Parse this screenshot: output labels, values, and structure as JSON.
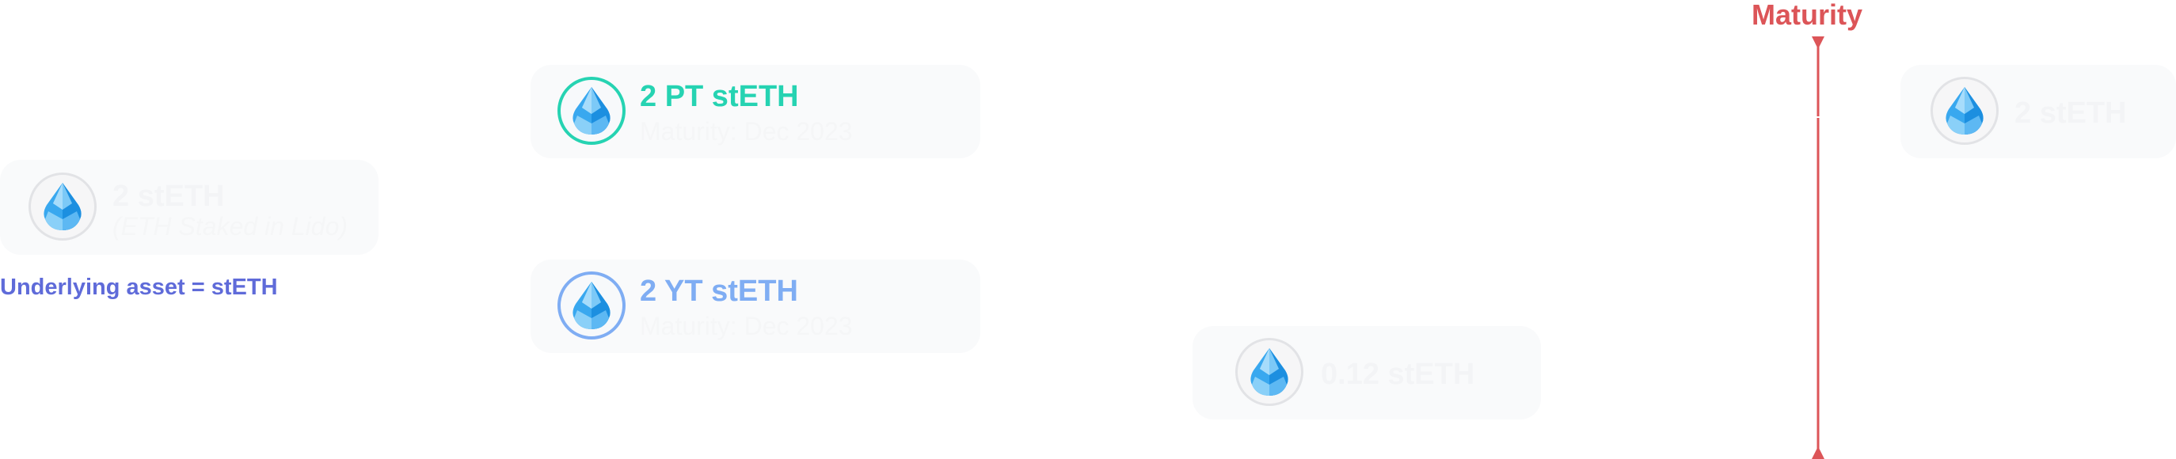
{
  "note": "Underlying asset = stETH",
  "maturity_label": "Maturity",
  "cards": {
    "underlying": {
      "title": "2 stETH",
      "subtitle": "(ETH Staked in Lido)",
      "icon": "steth-drop-icon"
    },
    "pt": {
      "title": "2 PT stETH",
      "subtitle": "Maturity: Dec 2023",
      "icon": "steth-drop-icon"
    },
    "yt": {
      "title": "2 YT stETH",
      "subtitle": "Maturity: Dec 2023",
      "icon": "steth-drop-icon"
    },
    "yield": {
      "title": "0.12 stETH",
      "icon": "steth-drop-icon"
    },
    "redeem": {
      "title": "2 stETH",
      "icon": "steth-drop-icon"
    }
  },
  "colors": {
    "pt_accent": "#26d3b2",
    "yt_accent": "#7fadf3",
    "note": "#5f6bd9",
    "maturity_line": "#dc5558",
    "card_bg": "#f9fafb"
  }
}
